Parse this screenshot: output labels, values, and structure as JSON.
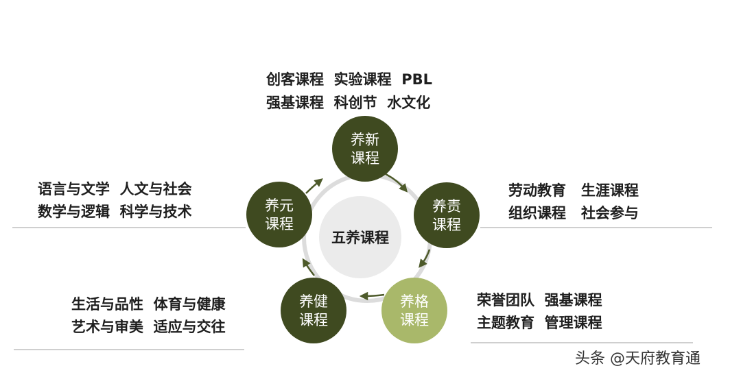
{
  "colors": {
    "dark_olive": "#3f4a20",
    "light_olive": "#a9b86a",
    "center_fill": "#ebebeb",
    "ring": "#dcdcdc",
    "arrow": "#4d5a2a",
    "divider": "#bfbfbf",
    "text": "#1e1e1e"
  },
  "center": {
    "label": "五养课程"
  },
  "nodes": [
    {
      "id": "xin",
      "line1": "养新",
      "line2": "课程",
      "color": "#3f4a20"
    },
    {
      "id": "ze",
      "line1": "养责",
      "line2": "课程",
      "color": "#3f4a20"
    },
    {
      "id": "ge",
      "line1": "养格",
      "line2": "课程",
      "color": "#a9b86a"
    },
    {
      "id": "jian",
      "line1": "养健",
      "line2": "课程",
      "color": "#3f4a20"
    },
    {
      "id": "yuan",
      "line1": "养元",
      "line2": "课程",
      "color": "#3f4a20"
    }
  ],
  "labels": {
    "top": {
      "line1": "创客课程  实验课程  PBL",
      "line2": "强基课程  科创节  水文化"
    },
    "right": {
      "line1": "劳动教育   生涯课程",
      "line2": "组织课程   社会参与"
    },
    "bottom_right": {
      "line1": "荣誉团队  强基课程",
      "line2": "主题教育  管理课程"
    },
    "bottom_left": {
      "line1": "生活与品性  体育与健康",
      "line2": "艺术与审美  适应与交往"
    },
    "left": {
      "line1": "语言与文学  人文与社会",
      "line2": "数学与逻辑  科学与技术"
    }
  },
  "watermark": "头条 @天府教育通"
}
